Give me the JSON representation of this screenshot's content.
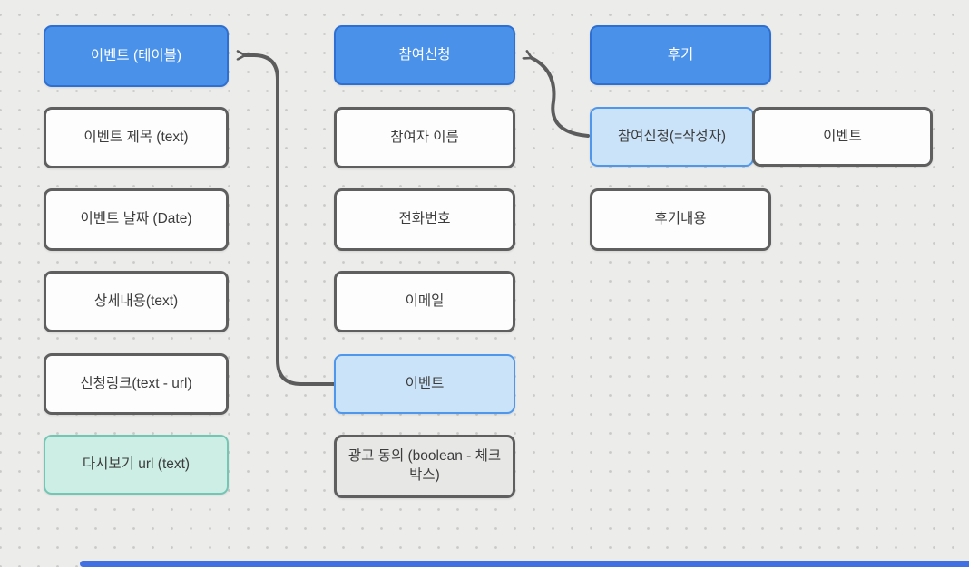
{
  "diagram": {
    "kind": "entity-relationship whiteboard diagram",
    "nodes": {
      "event_table_header": "이벤트 (테이블)",
      "event_title": "이벤트 제목 (text)",
      "event_date": "이벤트 날짜 (Date)",
      "event_detail": "상세내용(text)",
      "event_apply_link": "신청링크(text - url)",
      "event_replay_url": "다시보기 url (text)",
      "application_header": "참여신청",
      "application_name": "참여자 이름",
      "application_phone": "전화번호",
      "application_email": "이메일",
      "application_event_ref": "이벤트",
      "application_ad_consent": "광고 동의 (boolean - 체크박스)",
      "review_header": "후기",
      "review_application_ref": "참여신청(=작성자)",
      "review_event_ref": "이벤트",
      "review_content": "후기내용"
    },
    "arrows": [
      {
        "from": "참여신청.이벤트",
        "to": "이벤트 (테이블)"
      },
      {
        "from": "후기.참여신청(=작성자)",
        "to": "참여신청"
      }
    ],
    "colors": {
      "header_fill": "#4a91ea",
      "header_border": "#2d6fd2",
      "field_fill": "#fdfdfd",
      "field_border": "#5f5f5f",
      "mint_fill": "#cdeee5",
      "mint_border": "#74c6b4",
      "ref_fill": "#cbe3f8",
      "ref_border": "#4e97ec",
      "gray_fill": "#e7e7e6",
      "arrow_stroke": "#5c5c5c",
      "canvas_bg": "#ececeb",
      "dot_color": "#c9c9c8",
      "progress_bar_color": "#4170e2"
    }
  }
}
